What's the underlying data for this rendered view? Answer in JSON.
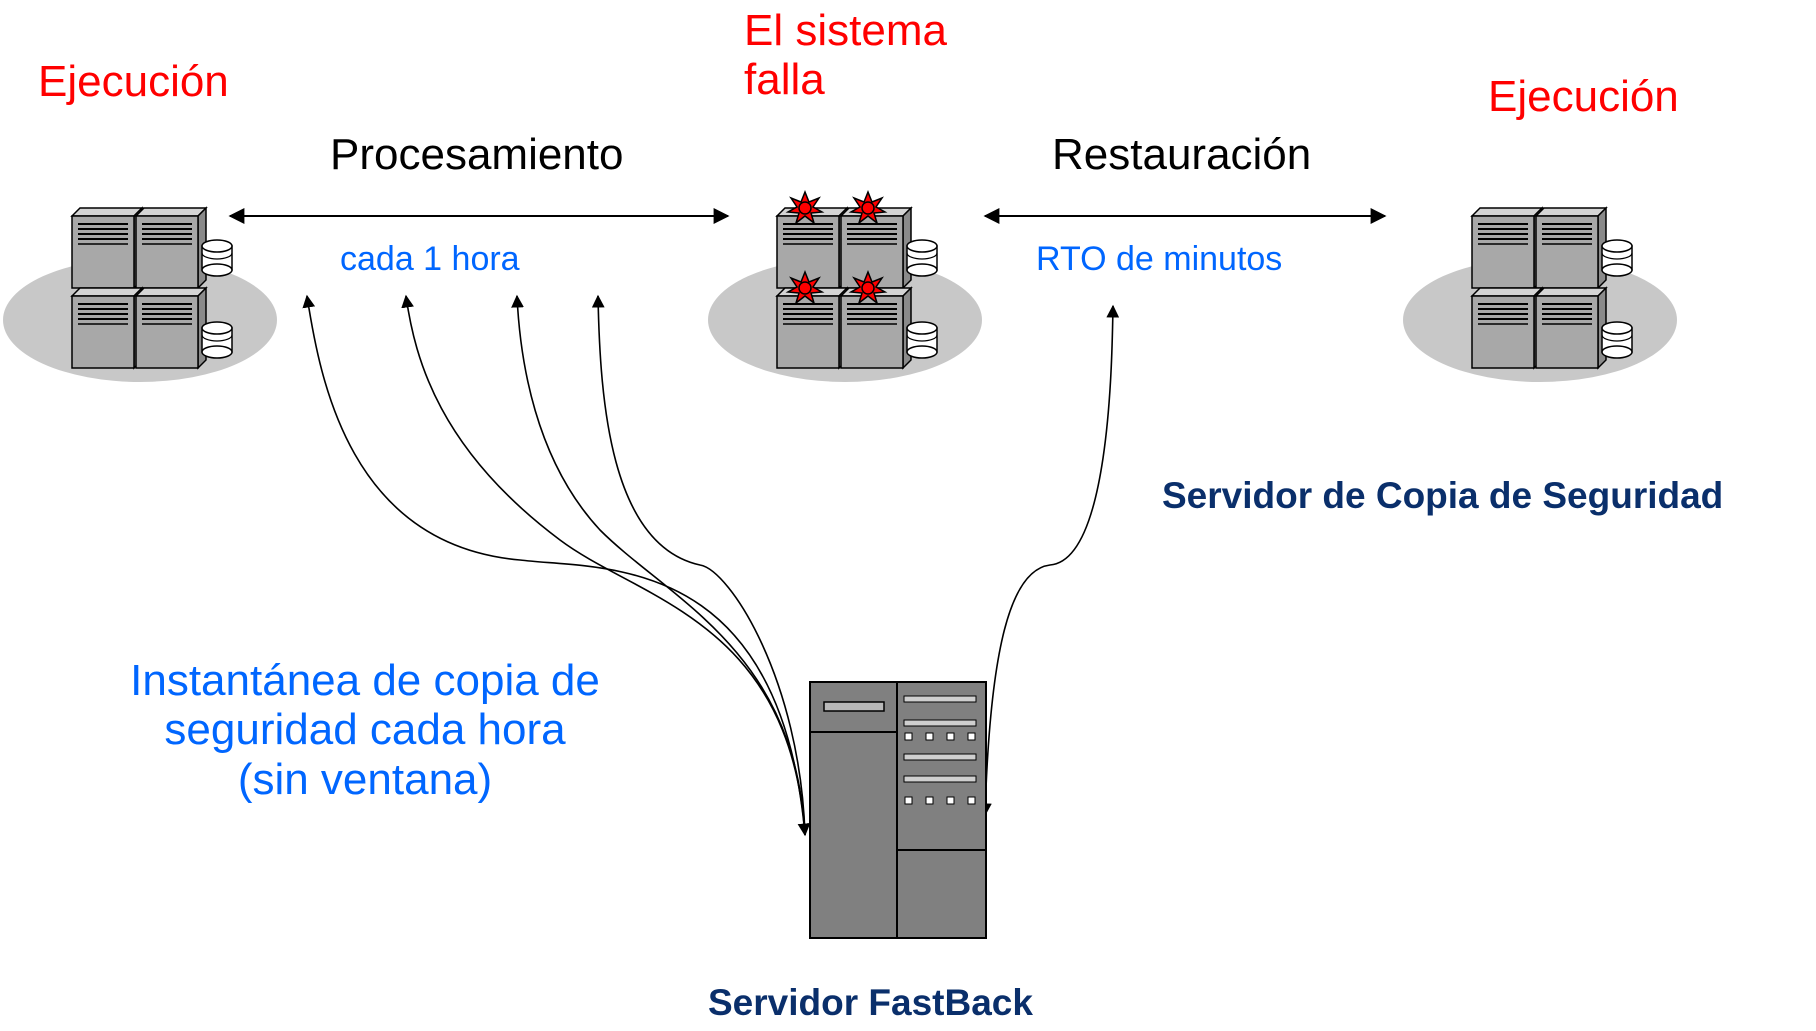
{
  "stages": {
    "left_state": "Ejecución",
    "middle_state": "El sistema falla",
    "right_state": "Ejecución"
  },
  "phases": {
    "processing": "Procesamiento",
    "processing_interval": "cada 1 hora",
    "restoration": "Restauración",
    "restoration_rto": "RTO de minutos"
  },
  "annotations": {
    "snapshot_line1": "Instantánea de copia de",
    "snapshot_line2": "seguridad cada hora",
    "snapshot_line3": "(sin ventana)",
    "backup_server_label": "Servidor de Copia de Seguridad",
    "fastback_label": "Servidor FastBack"
  },
  "colors": {
    "state_red": "#ff0000",
    "info_blue": "#0066ff",
    "label_navy": "#0a2f6b",
    "platform_gray": "#c8c8c8",
    "server_gray": "#a8a8a8",
    "tower_gray": "#808080",
    "failure_burst": "#ff0000"
  }
}
